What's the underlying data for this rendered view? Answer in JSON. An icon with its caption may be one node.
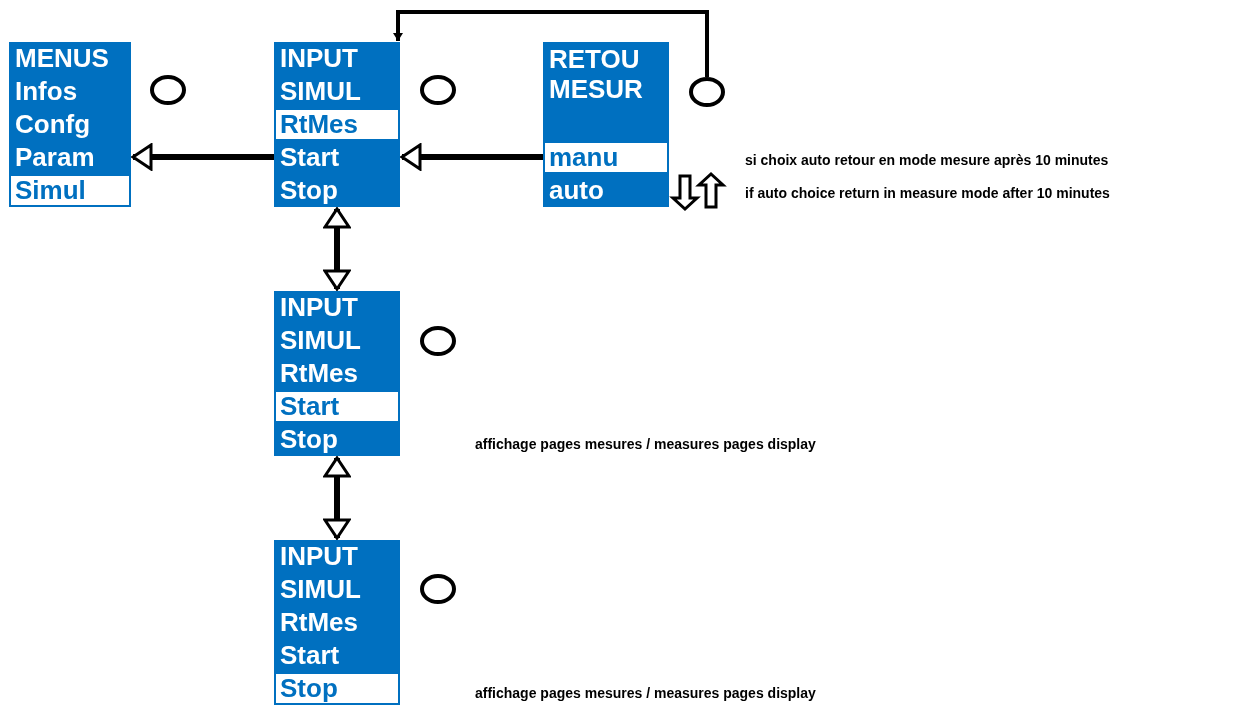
{
  "diagram": {
    "nodes": [
      {
        "text": [
          "MENUS",
          "Infos",
          "Confg",
          "Param"
        ]
      },
      {
        "text": [
          "Simul"
        ],
        "in": 0
      },
      {
        "text": [],
        "shape": "circle"
      },
      {
        "text": [
          "INPUT",
          "SIMUL",
          "Start",
          "Stop"
        ]
      },
      {
        "text": [
          "RtMes"
        ],
        "in": 3
      },
      {
        "text": [],
        "shape": "circle"
      },
      {
        "text": [
          "RETOU MESUR",
          "auto"
        ]
      },
      {
        "text": [
          "manu"
        ],
        "in": 6
      },
      {
        "text": [],
        "shape": "circle"
      },
      {
        "text": [
          "INPUT",
          "SIMUL",
          "RtMes",
          "Stop"
        ]
      },
      {
        "text": [
          "Start"
        ],
        "in": 9
      },
      {
        "text": [],
        "shape": "circle"
      },
      {
        "text": [
          "INPUT",
          "SIMUL",
          "RtMes",
          "Start"
        ]
      },
      {
        "text": [
          "Stop"
        ],
        "in": 12
      },
      {
        "text": [],
        "shape": "circle"
      }
    ],
    "edges": [
      {
        "from": 3,
        "to": 0,
        "arrow": "to"
      },
      {
        "from": 6,
        "to": 3,
        "arrow": "to"
      },
      {
        "from": 3,
        "to": 9,
        "arrow": "both"
      },
      {
        "from": 9,
        "to": 12,
        "arrow": "both"
      },
      {
        "from": 8,
        "to": 3,
        "arrow": "to"
      }
    ],
    "labels": [
      "si choix auto retour en mode mesure après 10 minutes",
      "if auto choice return in measure mode after 10 minutes",
      "affichage pages mesures / measures pages display",
      "affichage pages mesures / measures pages display"
    ]
  }
}
